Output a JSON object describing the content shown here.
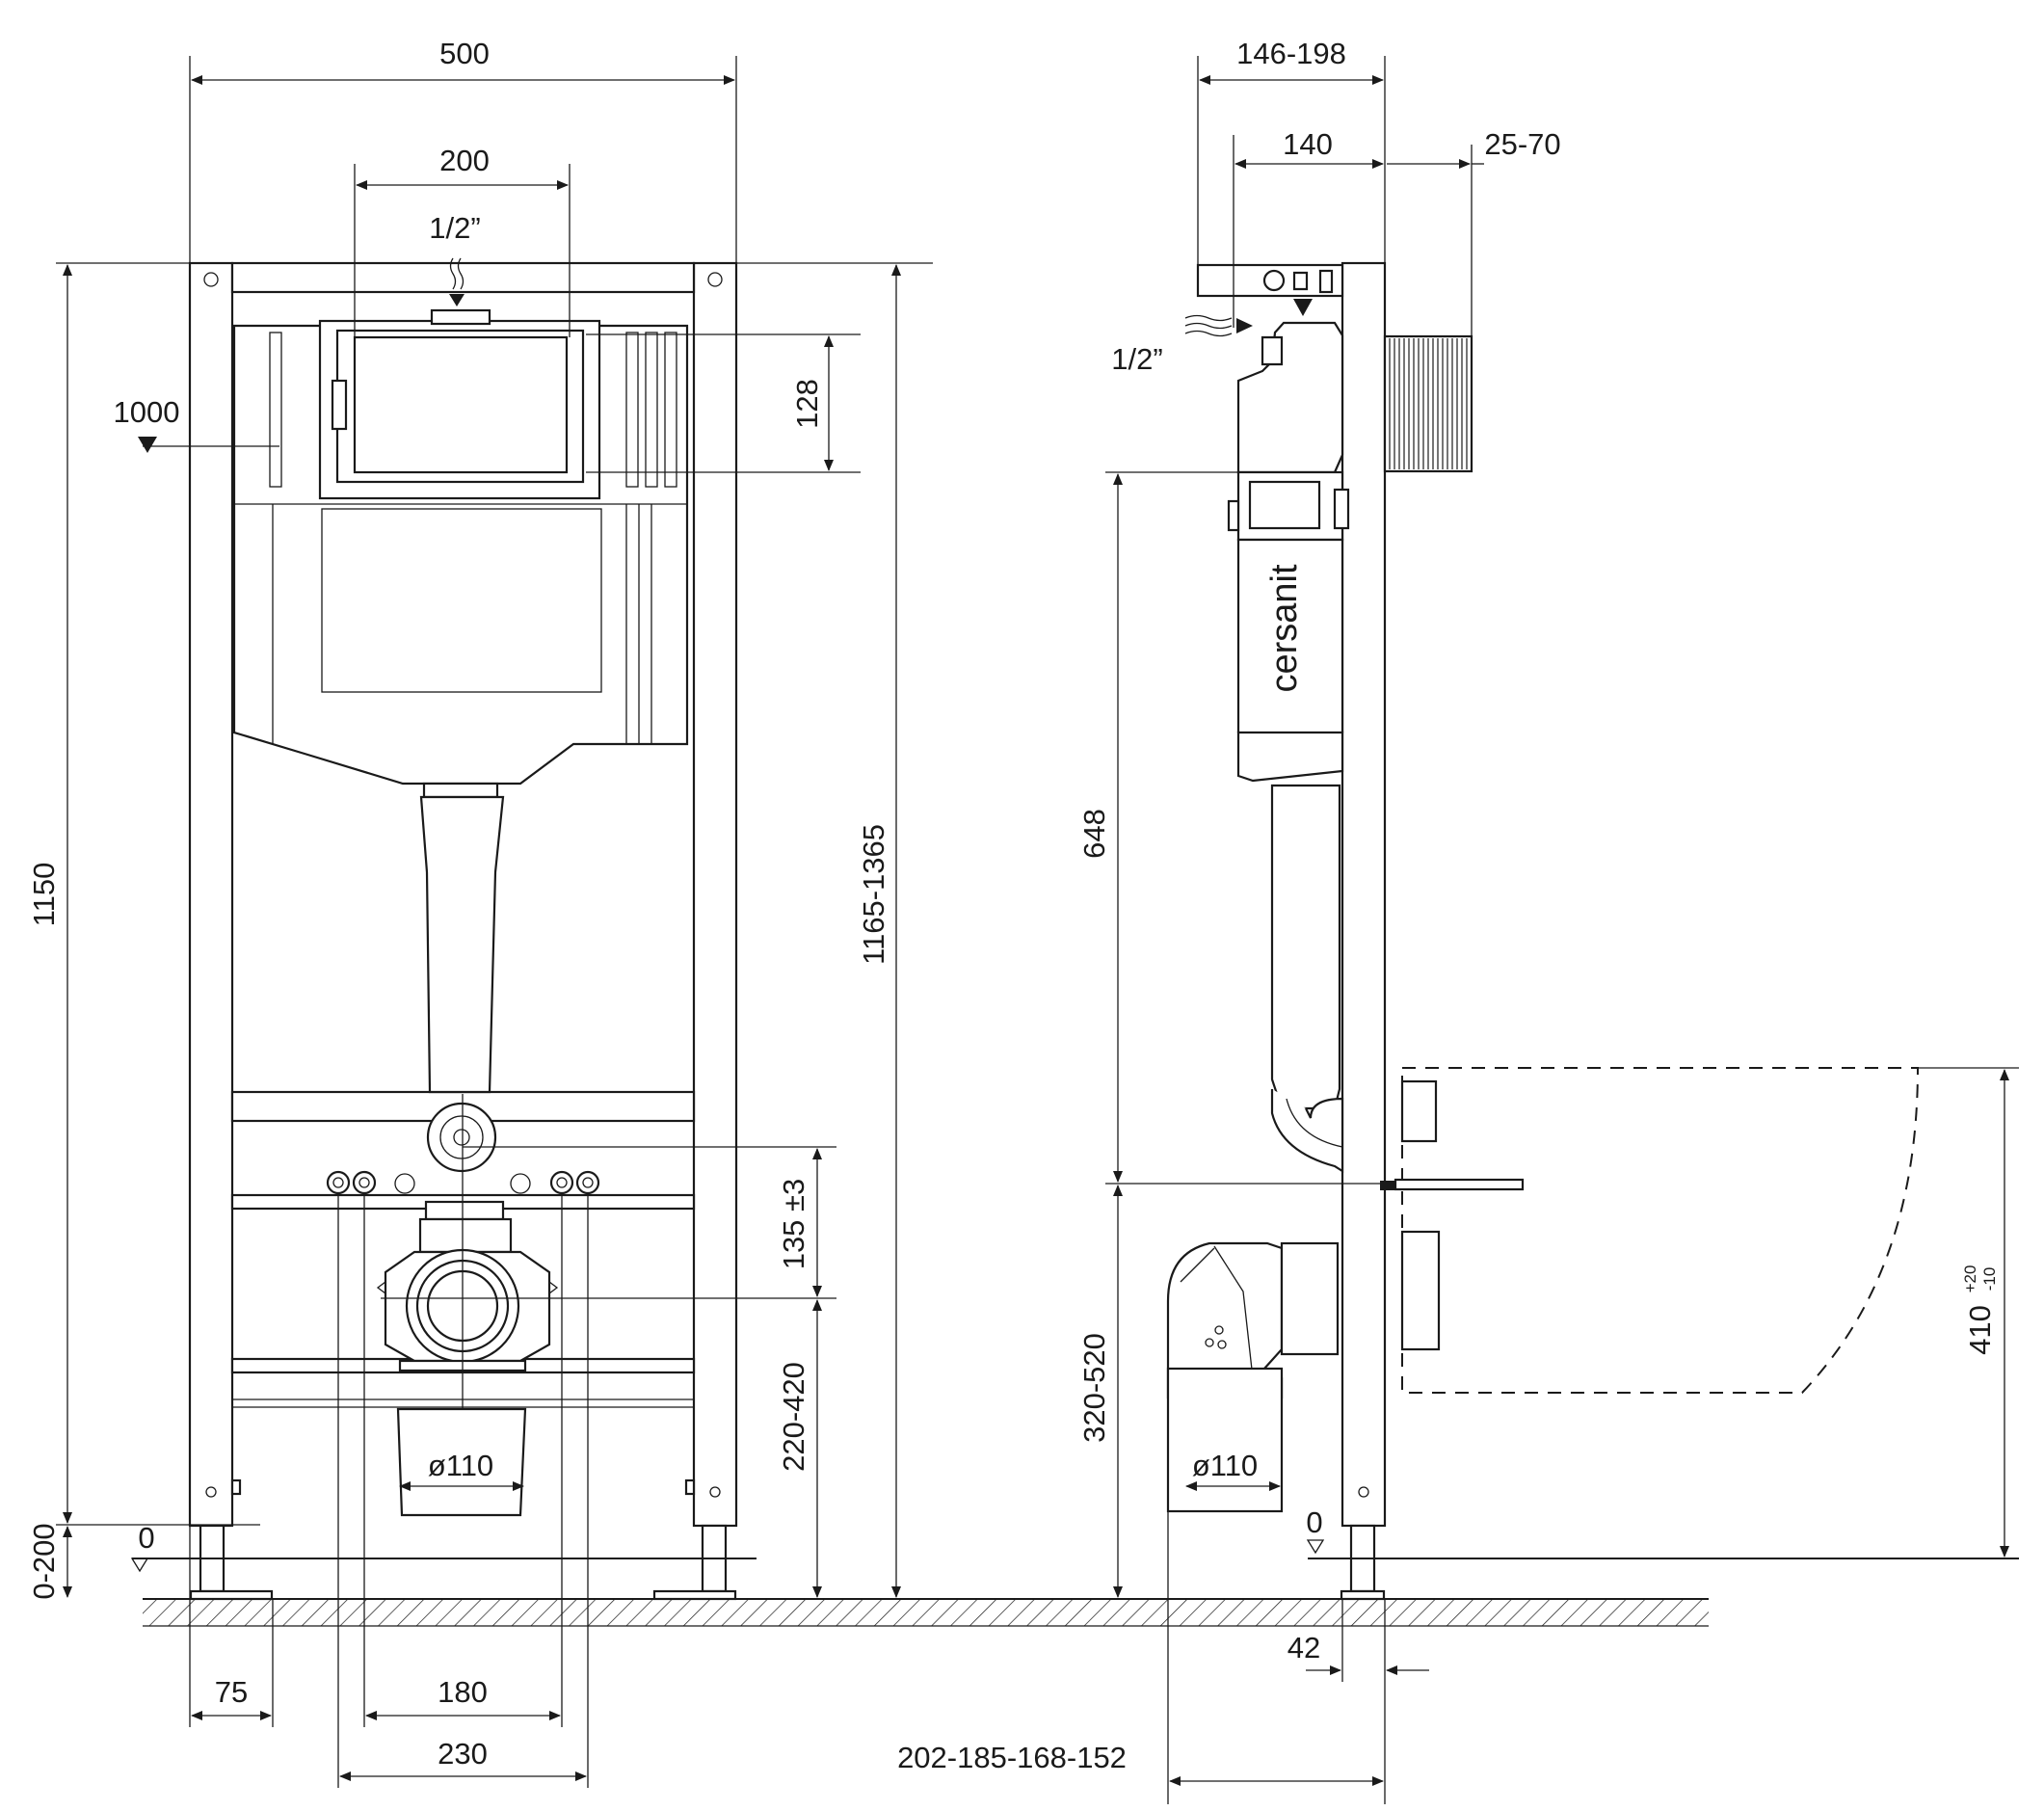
{
  "front_view": {
    "overall_width": "500",
    "button_width": "200",
    "water_inlet": "1/2”",
    "tank_height_mark": "1000",
    "button_height": "128",
    "frame_height": "1150",
    "height_range": "1165-1365",
    "inlet_spacing": "135 ±3",
    "outlet_height": "220-420",
    "outlet_diameter": "ø110",
    "floor_zero": "0",
    "leg_adjustment": "0-200",
    "foot_width": "75",
    "bolt_spacing_inner": "180",
    "bolt_spacing_outer": "230"
  },
  "side_view": {
    "depth_range": "146-198",
    "tank_depth": "140",
    "wall_thickness": "25-70",
    "water_inlet": "1/2”",
    "brand_label": "cersanit",
    "tank_offset_height": "648",
    "outlet_height_range": "320-520",
    "outlet_diameter": "ø110",
    "floor_zero": "0",
    "foot_offset": "42",
    "elbow_offsets": "202-185-168-152",
    "bowl_height": "410",
    "bowl_tolerance_plus": "+20",
    "bowl_tolerance_minus": "-10"
  }
}
